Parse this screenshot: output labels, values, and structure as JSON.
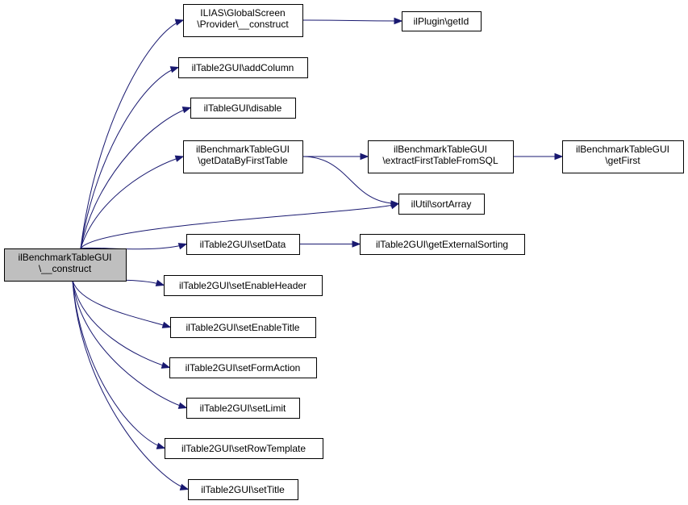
{
  "colors": {
    "edge": "#191970",
    "root_fill": "#bfbfbf",
    "node_fill": "#ffffff",
    "border": "#000000"
  },
  "nodes": [
    {
      "id": "root",
      "lines": [
        "ilBenchmarkTableGUI",
        "\\__construct"
      ],
      "root": true
    },
    {
      "id": "gs_construct",
      "lines": [
        "ILIAS\\GlobalScreen",
        "\\Provider\\__construct"
      ]
    },
    {
      "id": "plugin_getid",
      "lines": [
        "ilPlugin\\getId"
      ]
    },
    {
      "id": "addcolumn",
      "lines": [
        "ilTable2GUI\\addColumn"
      ]
    },
    {
      "id": "disable",
      "lines": [
        "ilTableGUI\\disable"
      ]
    },
    {
      "id": "getdatabyfirsttable",
      "lines": [
        "ilBenchmarkTableGUI",
        "\\getDataByFirstTable"
      ]
    },
    {
      "id": "extractfirsttable",
      "lines": [
        "ilBenchmarkTableGUI",
        "\\extractFirstTableFromSQL"
      ]
    },
    {
      "id": "getfirst",
      "lines": [
        "ilBenchmarkTableGUI",
        "\\getFirst"
      ]
    },
    {
      "id": "sortarray",
      "lines": [
        "ilUtil\\sortArray"
      ]
    },
    {
      "id": "setdata",
      "lines": [
        "ilTable2GUI\\setData"
      ]
    },
    {
      "id": "getexternalsorting",
      "lines": [
        "ilTable2GUI\\getExternalSorting"
      ]
    },
    {
      "id": "setenableheader",
      "lines": [
        "ilTable2GUI\\setEnableHeader"
      ]
    },
    {
      "id": "setenabletitle",
      "lines": [
        "ilTable2GUI\\setEnableTitle"
      ]
    },
    {
      "id": "setformaction",
      "lines": [
        "ilTable2GUI\\setFormAction"
      ]
    },
    {
      "id": "setlimit",
      "lines": [
        "ilTable2GUI\\setLimit"
      ]
    },
    {
      "id": "setrowtemplate",
      "lines": [
        "ilTable2GUI\\setRowTemplate"
      ]
    },
    {
      "id": "settitle",
      "lines": [
        "ilTable2GUI\\setTitle"
      ]
    }
  ],
  "edges": [
    [
      "root",
      "gs_construct"
    ],
    [
      "root",
      "addcolumn"
    ],
    [
      "root",
      "disable"
    ],
    [
      "root",
      "getdatabyfirsttable"
    ],
    [
      "root",
      "sortarray"
    ],
    [
      "root",
      "setdata"
    ],
    [
      "root",
      "setenableheader"
    ],
    [
      "root",
      "setenabletitle"
    ],
    [
      "root",
      "setformaction"
    ],
    [
      "root",
      "setlimit"
    ],
    [
      "root",
      "setrowtemplate"
    ],
    [
      "root",
      "settitle"
    ],
    [
      "gs_construct",
      "plugin_getid"
    ],
    [
      "getdatabyfirsttable",
      "extractfirsttable"
    ],
    [
      "getdatabyfirsttable",
      "sortarray"
    ],
    [
      "extractfirsttable",
      "getfirst"
    ],
    [
      "setdata",
      "getexternalsorting"
    ]
  ]
}
